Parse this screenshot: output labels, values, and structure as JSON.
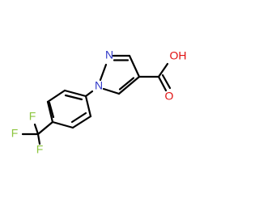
{
  "molecule": {
    "atoms": {
      "n_top": "N",
      "n_ring": "N",
      "o_hydroxyl": "OH",
      "o_carbonyl": "O",
      "f_top": "F",
      "f_left": "F",
      "f_bottom": "F"
    },
    "colors": {
      "nitrogen": "#2f38c8",
      "oxygen": "#e01010",
      "fluorine": "#8dc63f",
      "bond": "#000000"
    }
  }
}
